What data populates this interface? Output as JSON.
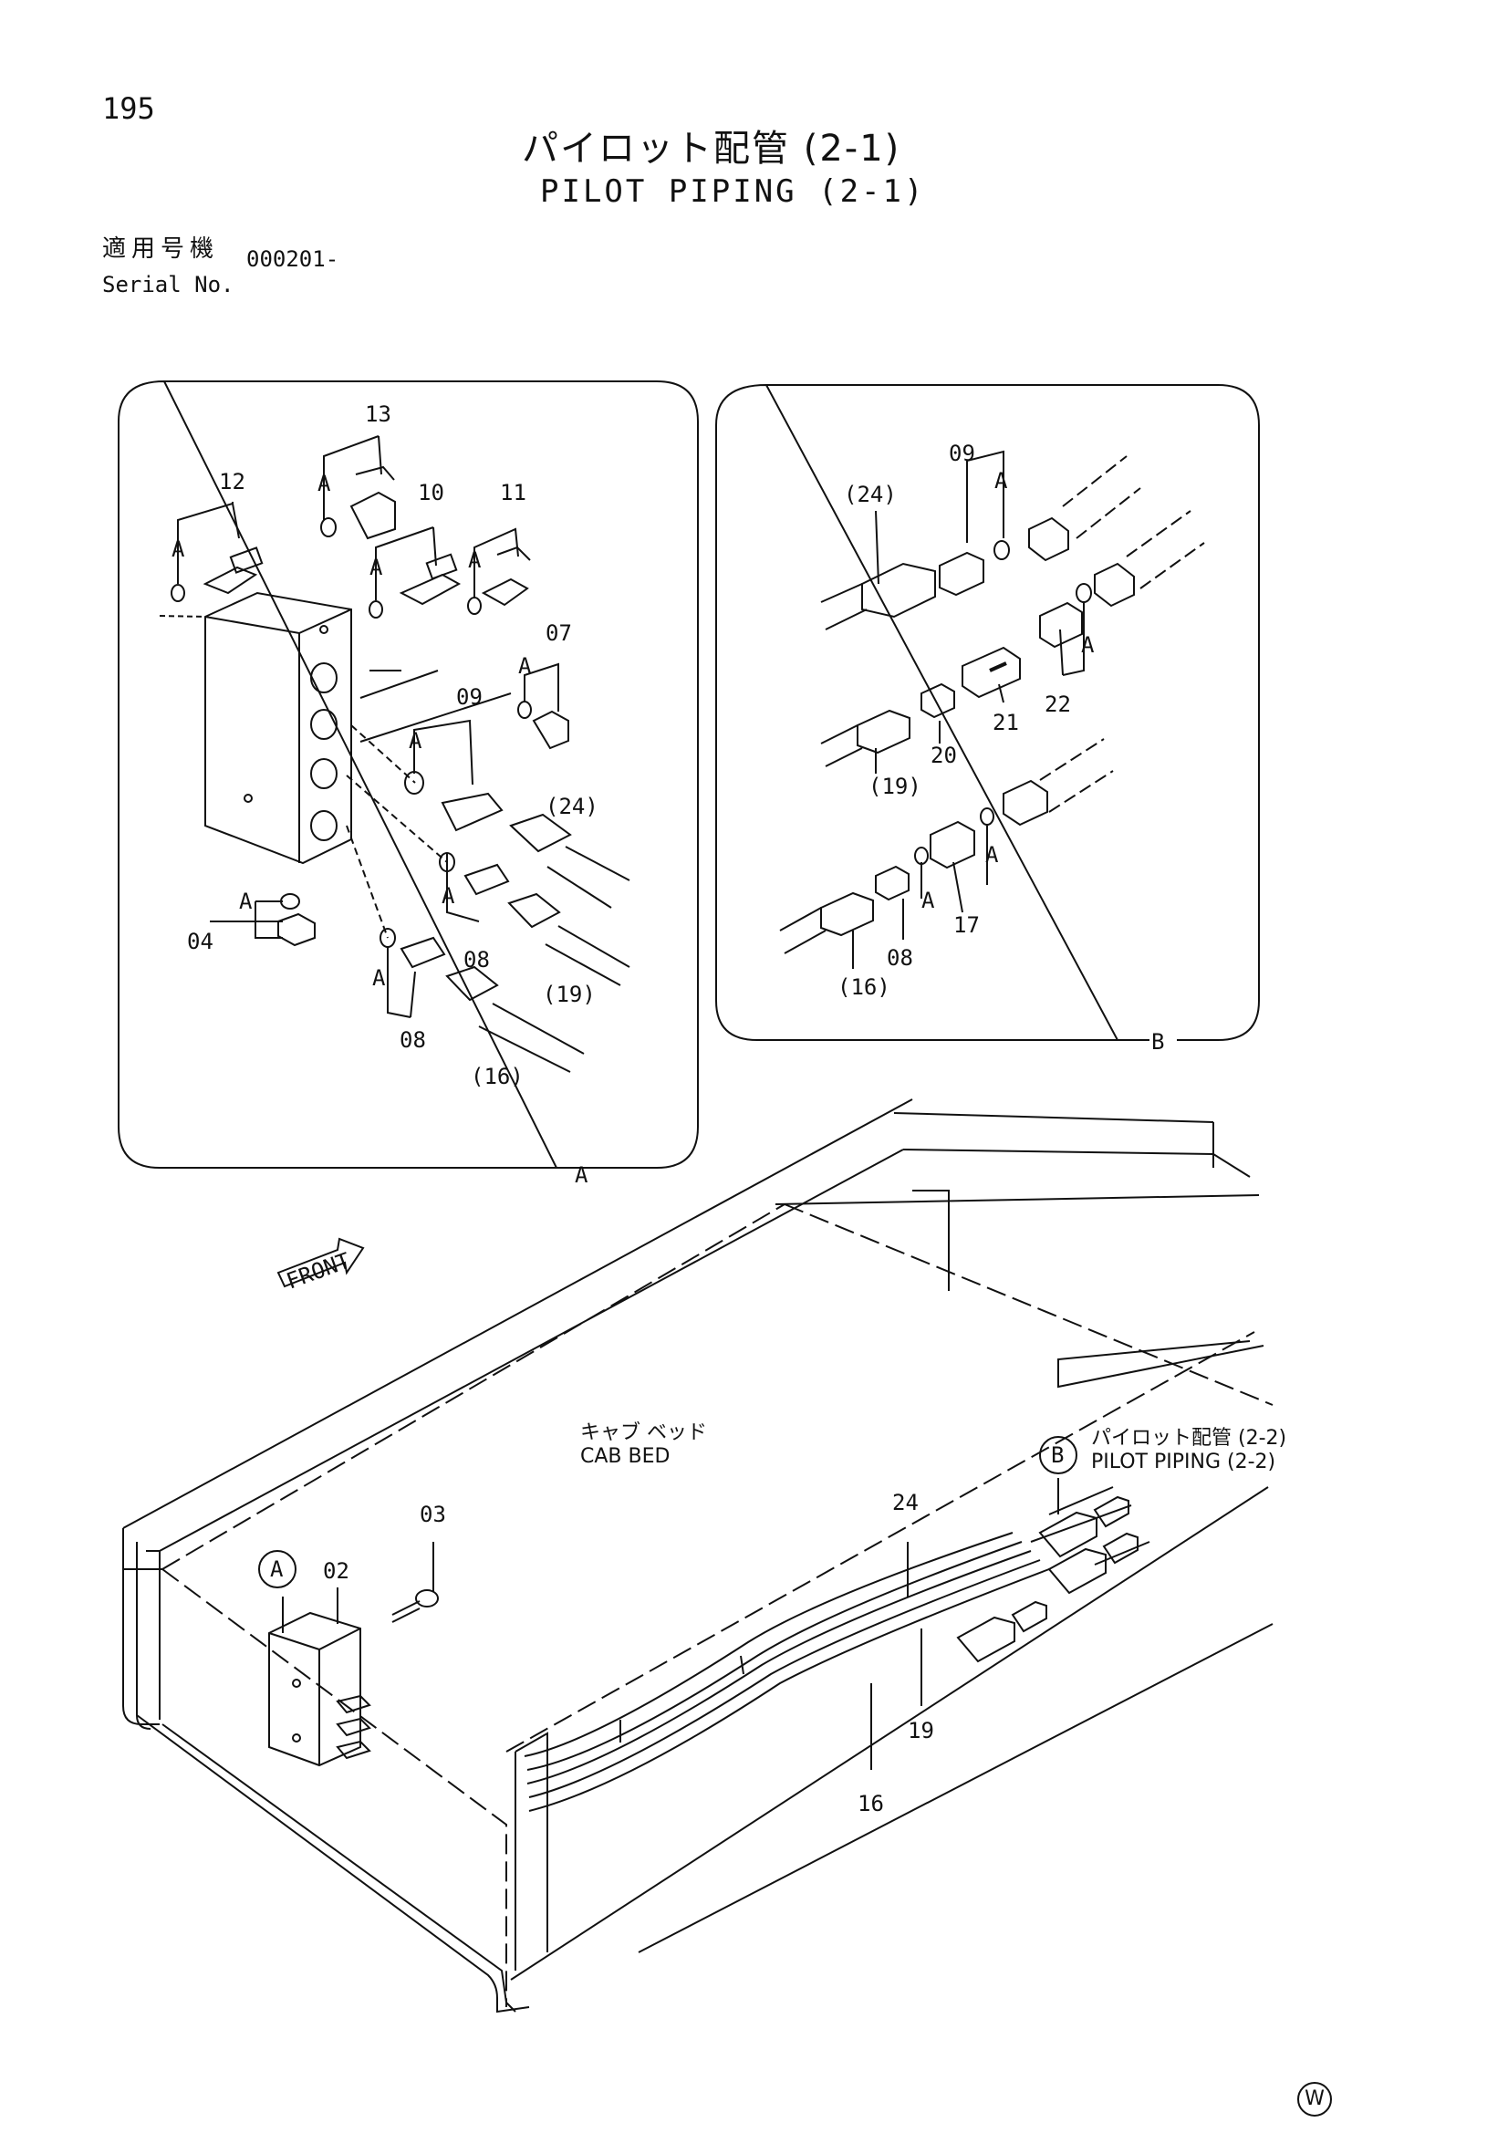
{
  "page_number": "195",
  "title": {
    "jp": "パイロット配管 (2-1)",
    "en": "PILOT PIPING (2-1)"
  },
  "serial": {
    "label_jp": "適用号機",
    "label_en": "Serial No.",
    "value": "000201-"
  },
  "detail_a": {
    "marker": "A",
    "callouts": [
      "13",
      "12",
      "10",
      "11",
      "07",
      "09",
      "(24)",
      "04",
      "08",
      "08",
      "(19)",
      "(16)"
    ],
    "seal_label": "A"
  },
  "detail_b": {
    "marker": "B",
    "callouts": [
      "09",
      "(24)",
      "22",
      "21",
      "20",
      "(19)",
      "17",
      "08",
      "(16)"
    ],
    "seal_label": "A"
  },
  "main": {
    "front_label": "FRONT",
    "cab_bed_jp": "キャブ ベッド",
    "cab_bed_en": "CAB BED",
    "ref_jp": "パイロット配管 (2-2)",
    "ref_en": "PILOT PIPING (2-2)",
    "circle_a": "A",
    "circle_b": "B",
    "callouts": [
      "03",
      "02",
      "24",
      "19",
      "16"
    ]
  },
  "watermark": "W"
}
